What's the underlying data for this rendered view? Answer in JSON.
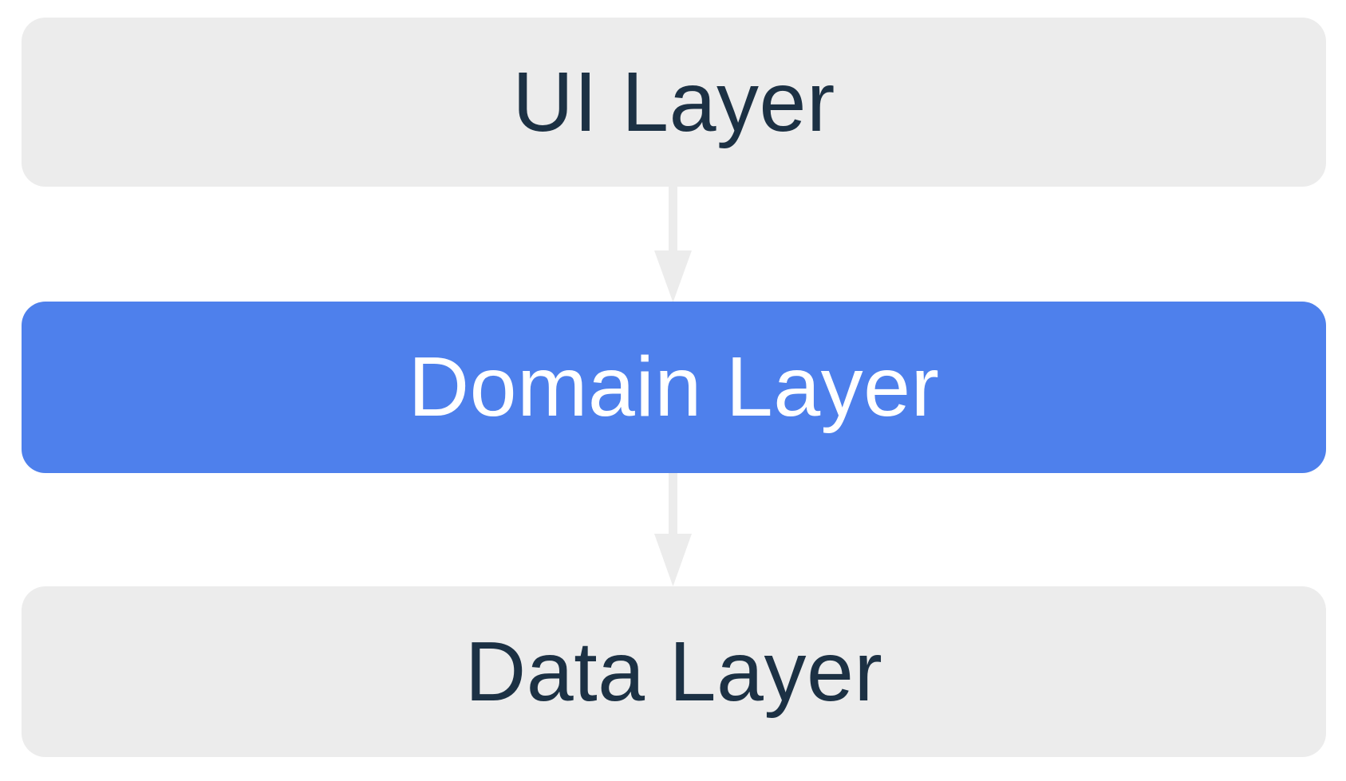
{
  "diagram": {
    "type": "layered-architecture",
    "nodes": [
      {
        "id": "ui-layer",
        "label": "UI Layer",
        "emphasis": false
      },
      {
        "id": "domain-layer",
        "label": "Domain Layer",
        "emphasis": true
      },
      {
        "id": "data-layer",
        "label": "Data Layer",
        "emphasis": false
      }
    ],
    "connections": [
      {
        "from": "UI Layer",
        "to": "Domain Layer",
        "direction": "down"
      },
      {
        "from": "Domain Layer",
        "to": "Data Layer",
        "direction": "down"
      }
    ],
    "colors": {
      "background": "#FFFFFF",
      "node_default_bg": "#ECECEC",
      "node_emphasis_bg": "#4E80EC",
      "node_default_text": "#1C3144",
      "node_emphasis_text": "#FFFFFF",
      "arrow": "#ECECEC"
    }
  }
}
